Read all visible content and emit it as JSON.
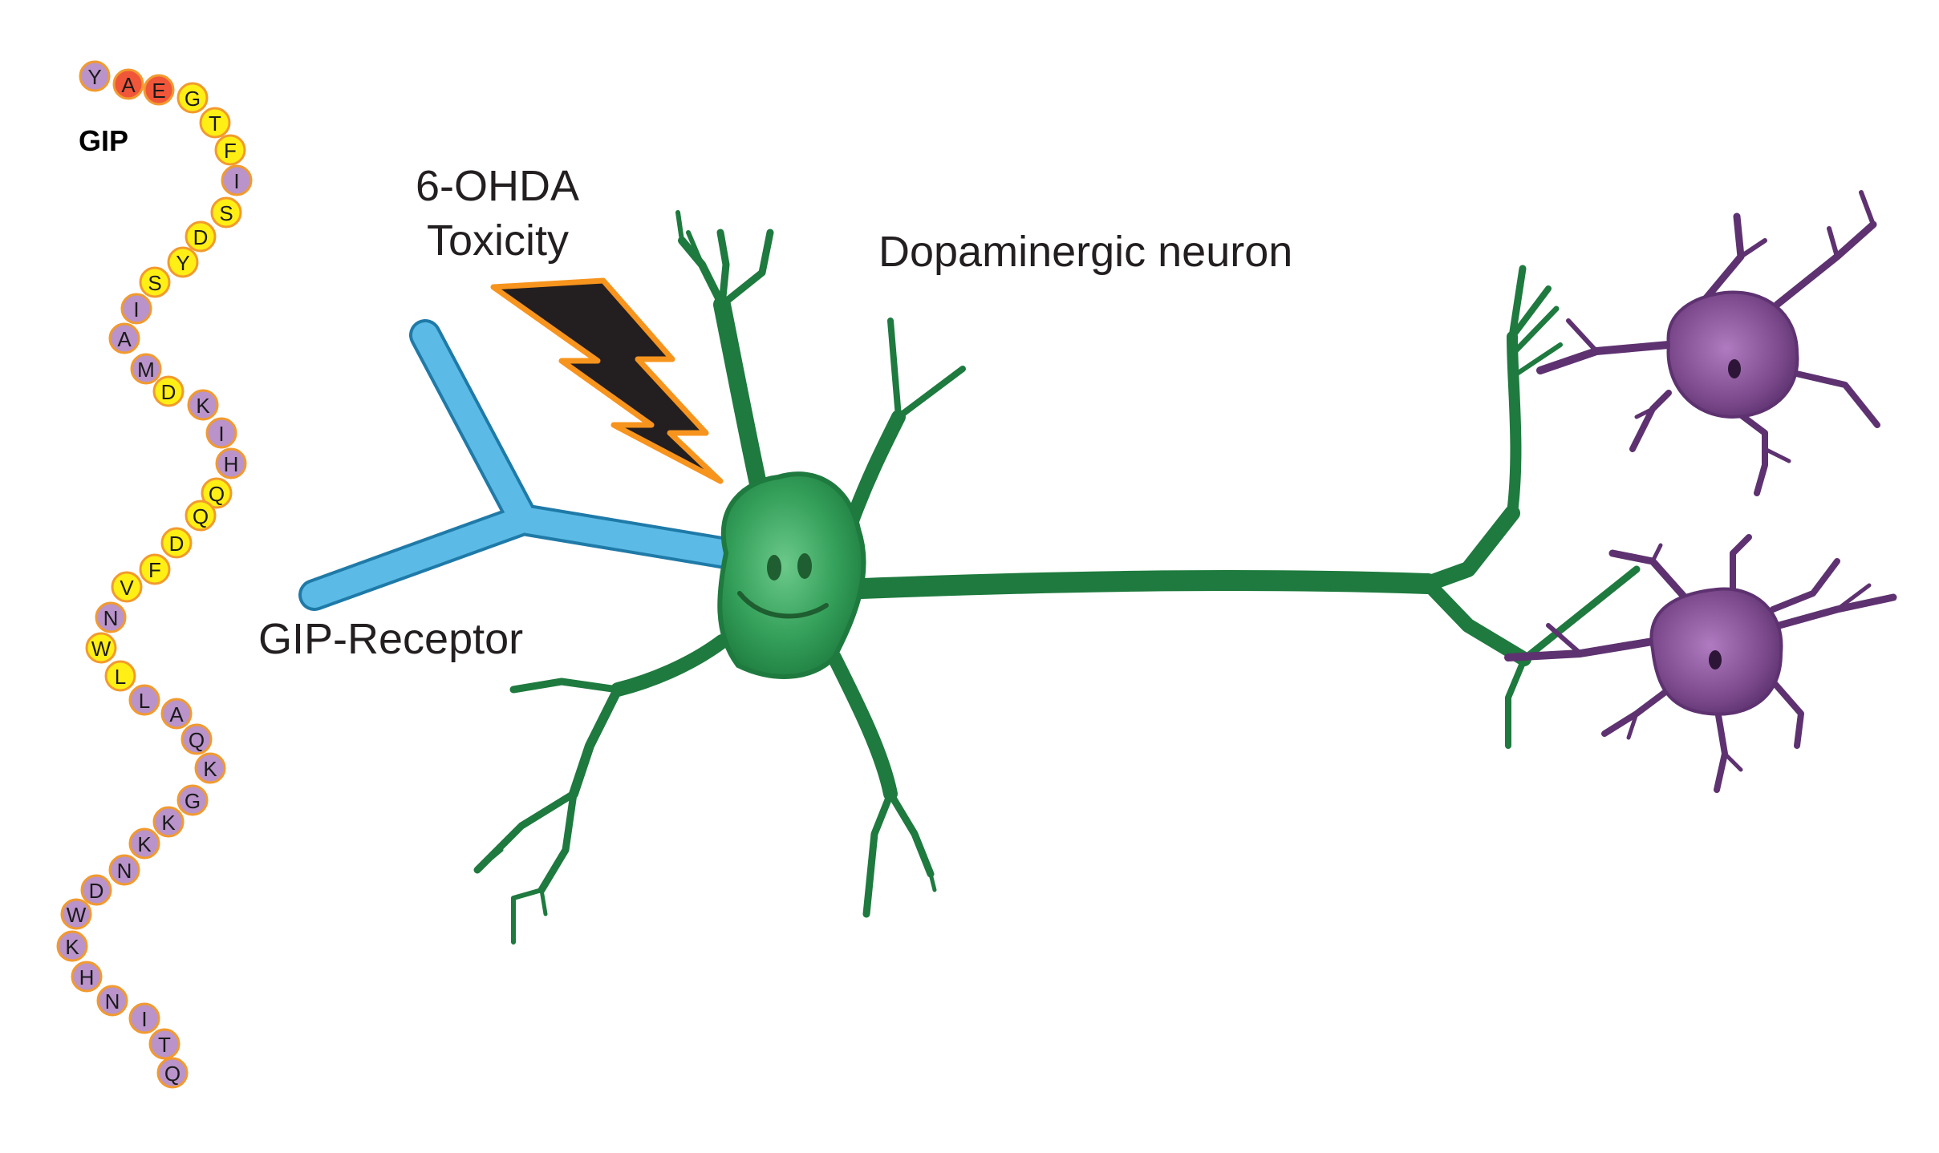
{
  "labels": {
    "gip": "GIP",
    "toxicity_line1": "6-OHDA",
    "toxicity_line2": "Toxicity",
    "neuron": "Dopaminergic neuron",
    "receptor": "GIP-Receptor"
  },
  "peptide": {
    "sequence": [
      "Y",
      "A",
      "E",
      "G",
      "T",
      "F",
      "I",
      "S",
      "D",
      "Y",
      "S",
      "I",
      "A",
      "M",
      "D",
      "K",
      "I",
      "H",
      "Q",
      "Q",
      "D",
      "F",
      "V",
      "N",
      "W",
      "L",
      "L",
      "A",
      "Q",
      "K",
      "G",
      "K",
      "K",
      "N",
      "D",
      "W",
      "K",
      "H",
      "N",
      "I",
      "T",
      "Q"
    ],
    "bead_colors": [
      "purple",
      "red",
      "red",
      "yellow",
      "yellow",
      "yellow",
      "purple",
      "yellow",
      "yellow",
      "yellow",
      "yellow",
      "purple",
      "purple",
      "purple",
      "yellow",
      "purple",
      "purple",
      "purple",
      "yellow",
      "yellow",
      "yellow",
      "yellow",
      "yellow",
      "purple",
      "yellow",
      "yellow",
      "purple",
      "purple",
      "purple",
      "purple",
      "purple",
      "purple",
      "purple",
      "purple",
      "purple",
      "purple",
      "purple",
      "purple",
      "purple",
      "purple",
      "purple",
      "purple"
    ]
  },
  "colors": {
    "purple_bead": "#b993c9",
    "yellow_bead": "#ffef14",
    "red_bead": "#f0563a",
    "bead_outline": "#f29a2e",
    "receptor": "#5bbbe6",
    "neuron_green": "#1e7a3e",
    "soma_green": "#3aa660",
    "target_neuron": "#6b3f7a",
    "bolt_fill": "#231f20",
    "bolt_outline": "#f7941d"
  },
  "icons": {
    "bolt": "lightning-bolt-icon",
    "face": "smiley-face-icon"
  }
}
